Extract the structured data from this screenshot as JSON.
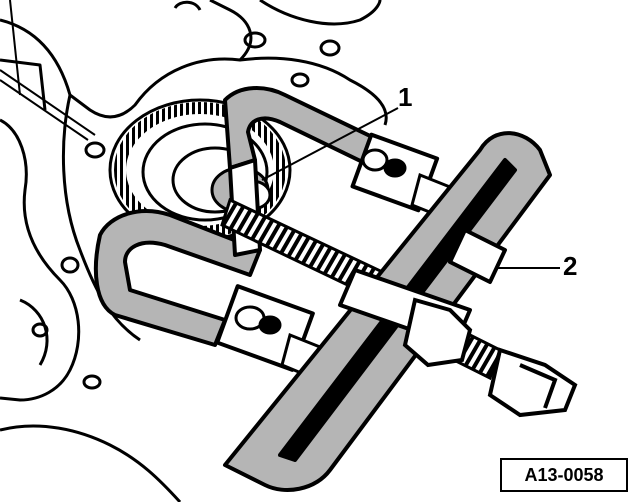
{
  "callouts": [
    {
      "id": "1",
      "label": "1"
    },
    {
      "id": "2",
      "label": "2"
    }
  ],
  "figure_ref": "A13-0058",
  "colors": {
    "ink": "#000000",
    "paper": "#ffffff",
    "shade": "#b5b5b5"
  }
}
